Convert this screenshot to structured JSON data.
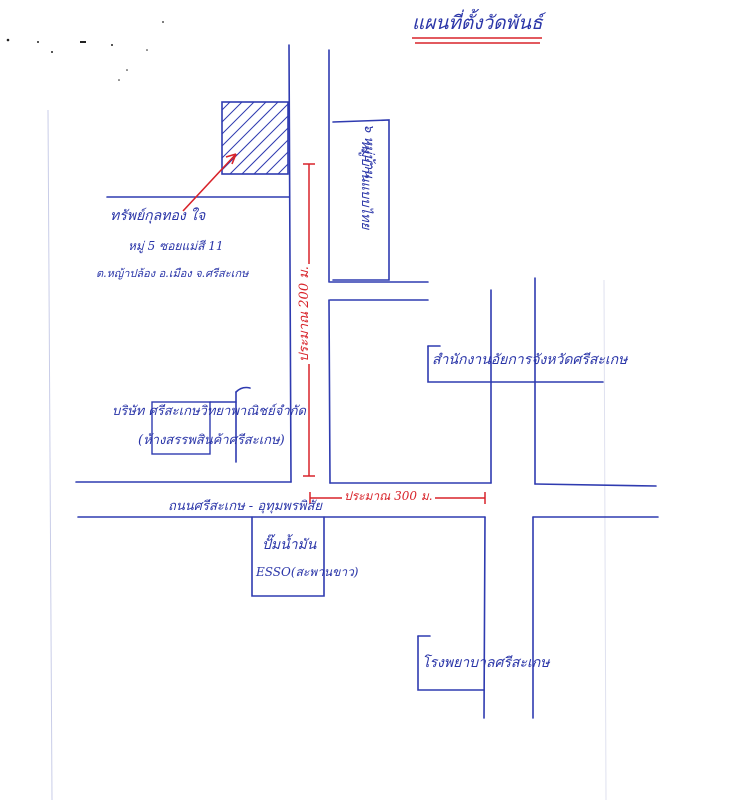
{
  "map": {
    "title": "แผนที่ตั้งวัดพันธ์",
    "main_road": "ถนนศรีสะเกษ - อุทุมพรพิสัย",
    "main_road_distance": "ประมาณ 300 ม.",
    "side_road_distance": "ประมาณ 200 ม.",
    "target_building": "ทรัพย์กุลทอง ใจ",
    "target_line2": "หมู่ 5 ซอยแม่สี 11",
    "target_line3": "ต.หญ้าปล้อง อ.เมือง จ.ศรีสะเกษ",
    "village_label": "๖ หมู่บ้าน",
    "village_name": "หมู่บ้านแบบไทย",
    "provincial_office": "สำนักงานอัยการจังหวัดศรีสะเกษ",
    "company_line1": "บริษัท ศรีสะเกษวิทยาพาณิชย์จำกัด",
    "company_line2": "(ห้างสรรพสินค้าศรีสะเกษ)",
    "gas_station_name": "ปั๊มน้ำมัน",
    "gas_station_brand": "ESSO(สะพานขาว)",
    "hospital": "โรงพยาบาลศรีสะเกษ"
  },
  "colors": {
    "ink": "#2f3bb0",
    "annotation": "#d8232a"
  }
}
